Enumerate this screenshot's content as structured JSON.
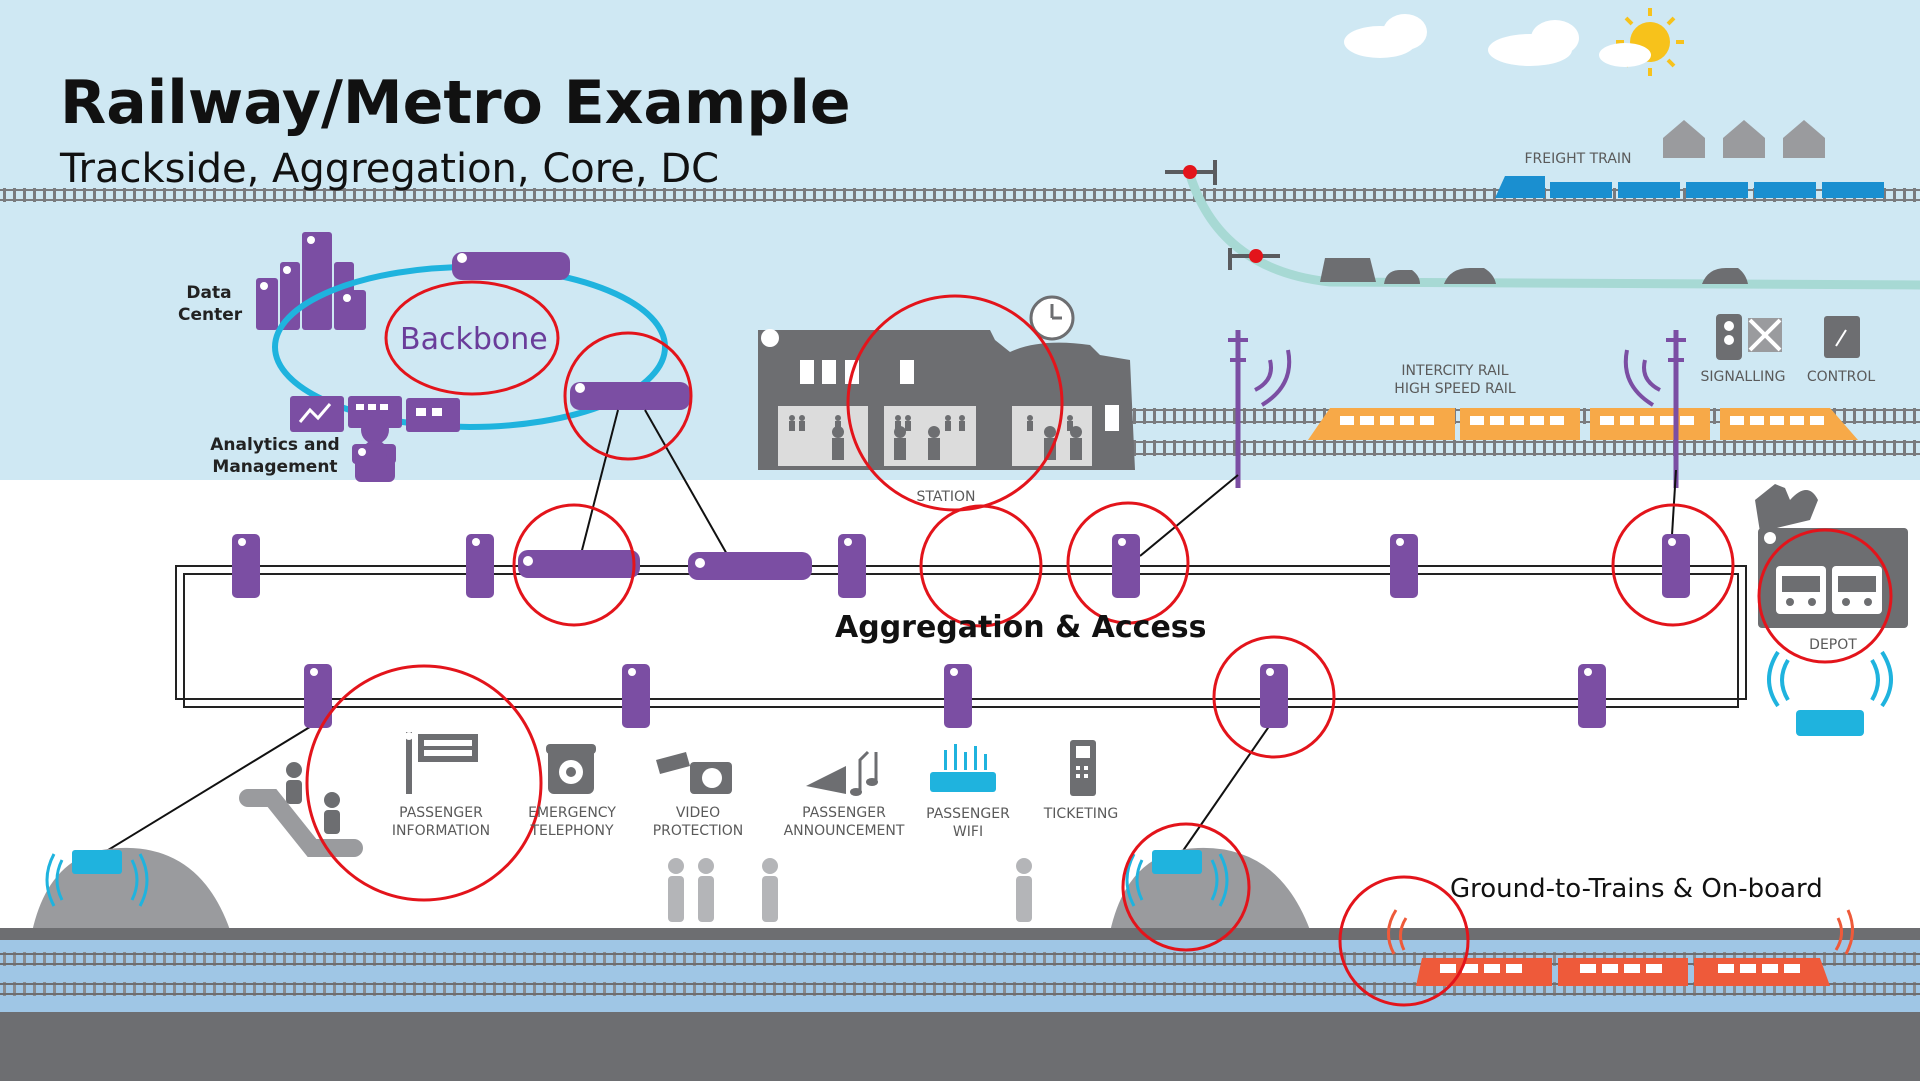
{
  "slide": {
    "title": "Railway/Metro Example",
    "subtitle": "Trackside, Aggregation, Core, DC"
  },
  "labels": {
    "data_center_line1": "Data",
    "data_center_line2": "Center",
    "analytics_line1": "Analytics and",
    "analytics_line2": "Management",
    "backbone": "Backbone",
    "station": "STATION",
    "freight_train": "FREIGHT TRAIN",
    "intercity_line1": "INTERCITY RAIL",
    "intercity_line2": "HIGH SPEED RAIL",
    "signalling": "SIGNALLING",
    "control": "CONTROL",
    "depot": "DEPOT",
    "aggregation": "Aggregation & Access",
    "ground_to_trains": "Ground-to-Trains & On-board"
  },
  "services": [
    {
      "line1": "PASSENGER",
      "line2": "INFORMATION",
      "icon": "passenger-info-icon"
    },
    {
      "line1": "EMERGENCY",
      "line2": "TELEPHONY",
      "icon": "telephone-icon"
    },
    {
      "line1": "VIDEO",
      "line2": "PROTECTION",
      "icon": "camera-icon"
    },
    {
      "line1": "PASSENGER",
      "line2": "ANNOUNCEMENT",
      "icon": "megaphone-icon"
    },
    {
      "line1": "PASSENGER",
      "line2": "WIFI",
      "icon": "wifi-access-point-icon"
    },
    {
      "line1": "TICKETING",
      "line2": "",
      "icon": "ticket-machine-icon"
    }
  ],
  "colors": {
    "sky": "#cfe8f3",
    "purple": "#7b4ea3",
    "cyan": "#1fb3de",
    "grey": "#6d6e71",
    "highlight_red": "#e3141b",
    "train_orange": "#f7a948",
    "train_red": "#ee5a3a",
    "freight_blue": "#1a8fd0"
  }
}
